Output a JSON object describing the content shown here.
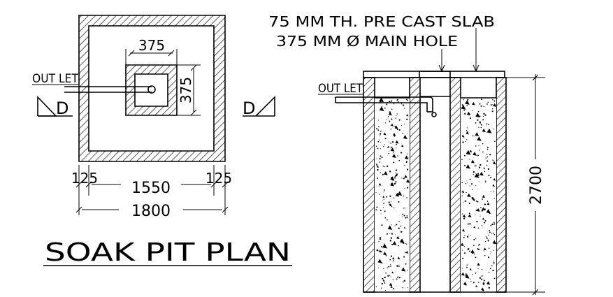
{
  "plan": {
    "title": "SOAK PIT PLAN",
    "outlet_label": "OUT LET",
    "section_mark_left": "D",
    "section_mark_right": "D",
    "dims": {
      "hole_width": "375",
      "hole_height": "375",
      "wall_left": "125",
      "inner_width": "1550",
      "wall_right": "125",
      "overall_width": "1800"
    }
  },
  "section": {
    "note_slab": "75 MM TH. PRE CAST SLAB",
    "note_hole": "375 MM Ø MAIN HOLE",
    "outlet_label": "OUT LET",
    "height_dim": "2700"
  }
}
